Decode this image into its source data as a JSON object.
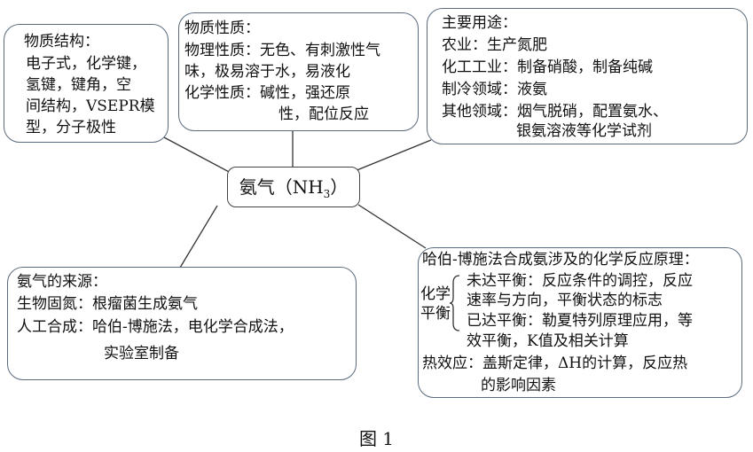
{
  "center": {
    "main": "氨气（NH",
    "sub": "3",
    "tail": "）"
  },
  "structure": {
    "title": "物质结构：",
    "lines": [
      "电子式，化学键，",
      "氢键，键角，空",
      "间结构，VSEPR模",
      "型，分子极性"
    ]
  },
  "properties": {
    "title": "物质性质：",
    "lines": [
      "物理性质：无色、有刺激性气",
      "味，极易溶于水，易液化",
      "化学性质：碱性，强还原",
      "性，配位反应"
    ]
  },
  "uses": {
    "title": "主要用途：",
    "lines": [
      "农业：生产氮肥",
      "化工工业：制备硝酸，制备纯碱",
      "制冷领域：液氨",
      "其他领域：烟气脱硝，配置氨水、",
      "银氨溶液等化学试剂"
    ]
  },
  "source": {
    "title": "氨气的来源：",
    "lines": [
      "生物固氮：根瘤菌生成氨气",
      "人工合成：哈伯-博施法，电化学合成法，",
      "实验室制备"
    ]
  },
  "haber": {
    "title": "哈伯-博施法合成氨涉及的化学反应原理：",
    "eq_label_1": "化学",
    "eq_label_2": "平衡",
    "lines": [
      "未达平衡：反应条件的调控，反应",
      "速率与方向，平衡状态的标志",
      "已达平衡：勒夏特列原理应用，等",
      "效平衡，K值及相关计算",
      "热效应：盖斯定律，ΔH的计算，反应热",
      "的影响因素"
    ]
  },
  "caption": "图 1"
}
